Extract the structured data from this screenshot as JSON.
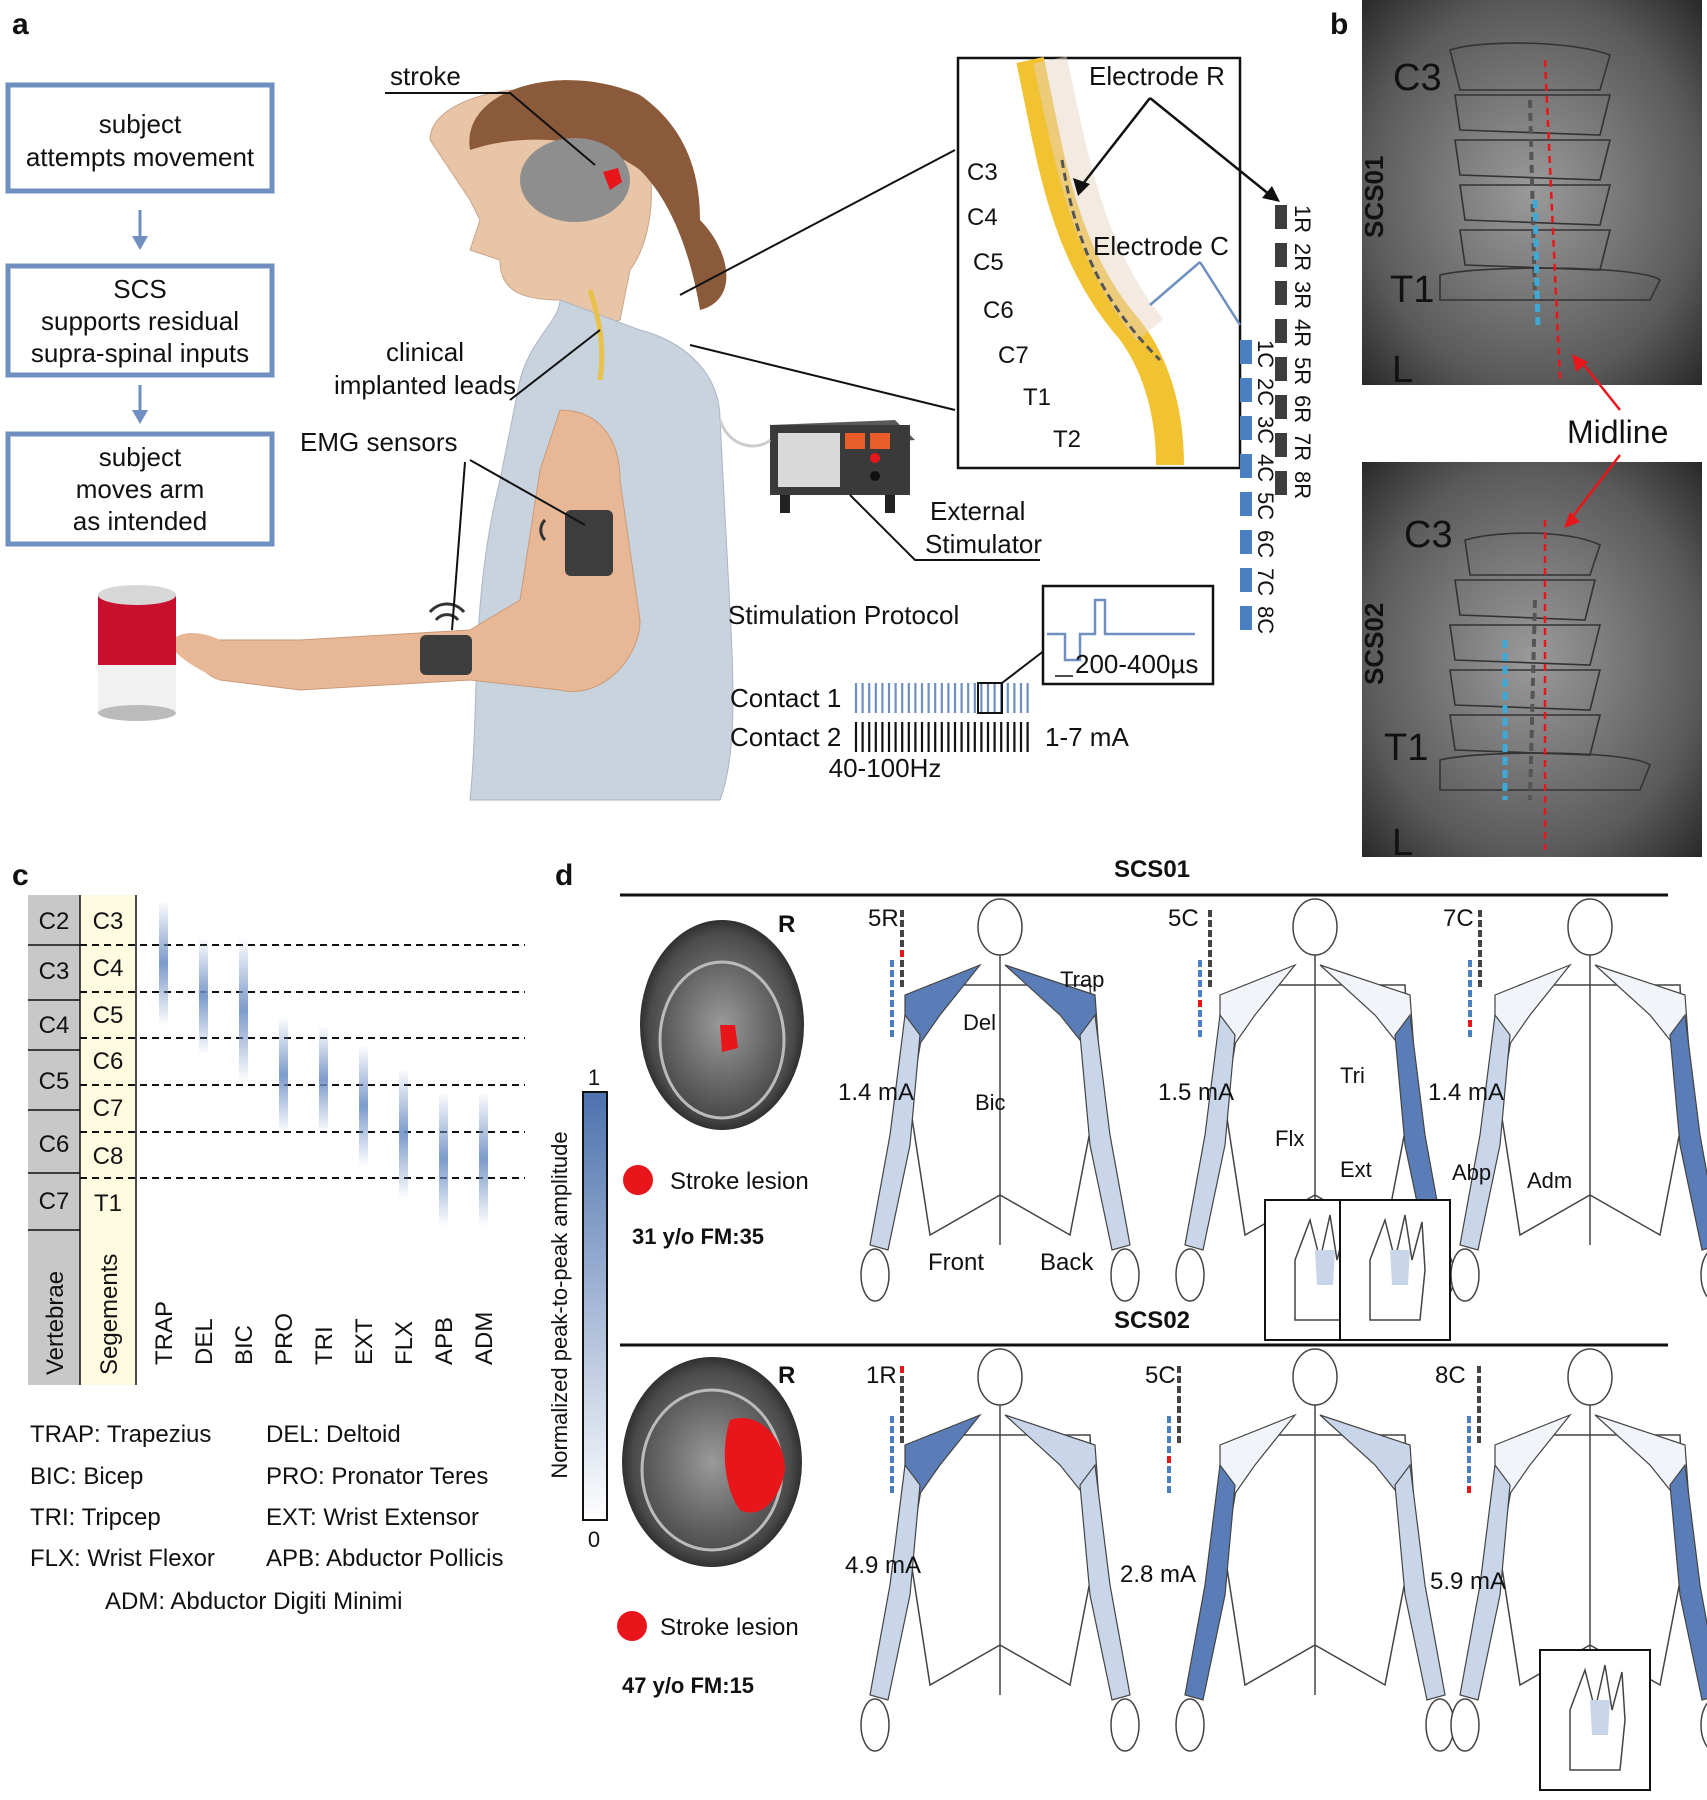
{
  "panels": {
    "a": "a",
    "b": "b",
    "c": "c",
    "d": "d"
  },
  "panel_a": {
    "flow": [
      "subject\nattempts movement",
      "SCS\nsupports residual\nsupra-spinal inputs",
      "subject\nmoves arm\nas intended"
    ],
    "stroke_label": "stroke",
    "leads_label": "clinical\nimplanted leads",
    "emg_label": "EMG sensors",
    "stimulator_label": "External\nStimulator",
    "electrode_r": "Electrode R",
    "electrode_c": "Electrode C",
    "spine_levels": [
      "C3",
      "C4",
      "C5",
      "C6",
      "C7",
      "T1",
      "T2"
    ],
    "contacts_r": [
      "1R",
      "2R",
      "3R",
      "4R",
      "5R",
      "6R",
      "7R",
      "8R"
    ],
    "contacts_c": [
      "1C",
      "2C",
      "3C",
      "4C",
      "5C",
      "6C",
      "7C",
      "8C"
    ],
    "protocol_title": "Stimulation Protocol",
    "contact1": "Contact 1",
    "contact2": "Contact 2",
    "pulse_width": "200-400µs",
    "current": "1-7 mA",
    "frequency": "40-100Hz"
  },
  "panel_b": {
    "subjects": [
      "SCS01",
      "SCS02"
    ],
    "c3": "C3",
    "t1": "T1",
    "l": "L",
    "midline": "Midline"
  },
  "panel_c": {
    "vertebrae": [
      "C2",
      "C3",
      "C4",
      "C5",
      "C6",
      "C7"
    ],
    "segments": [
      "C3",
      "C4",
      "C5",
      "C6",
      "C7",
      "C8",
      "T1"
    ],
    "vert_label": "Vertebrae",
    "seg_label": "Segements",
    "muscles": [
      "TRAP",
      "DEL",
      "BIC",
      "PRO",
      "TRI",
      "EXT",
      "FLX",
      "APB",
      "ADM"
    ],
    "legend": [
      "TRAP: Trapezius",
      "DEL: Deltoid",
      "BIC: Bicep",
      "PRO: Pronator Teres",
      "TRI: Tripcep",
      "EXT: Wrist Extensor",
      "FLX: Wrist Flexor",
      "APB: Abductor Pollicis",
      "ADM: Abductor Digiti Minimi"
    ]
  },
  "panel_d": {
    "colorbar_label": "Normalized peak-to-peak amplitude",
    "colorbar_max": "1",
    "colorbar_min": "0",
    "scs01": {
      "title": "SCS01",
      "r": "R",
      "lesion": "Stroke lesion",
      "info": "31 y/o FM:35",
      "conditions": [
        {
          "contact": "5R",
          "current": "1.4 mA"
        },
        {
          "contact": "5C",
          "current": "1.5 mA"
        },
        {
          "contact": "7C",
          "current": "1.4 mA"
        }
      ],
      "muscle_labels": [
        "Trap",
        "Del",
        "Bic",
        "Tri",
        "Flx",
        "Ext",
        "Abp",
        "Adm"
      ],
      "front": "Front",
      "back": "Back"
    },
    "scs02": {
      "title": "SCS02",
      "r": "R",
      "lesion": "Stroke lesion",
      "info": "47 y/o FM:15",
      "conditions": [
        {
          "contact": "1R",
          "current": "4.9 mA"
        },
        {
          "contact": "5C",
          "current": "2.8 mA"
        },
        {
          "contact": "8C",
          "current": "5.9 mA"
        }
      ]
    }
  },
  "colors": {
    "box_blue": "#6e8fbf",
    "muscle_dark": "#5a7db8",
    "muscle_light": "#c9d6ea",
    "red": "#e8161b",
    "contact_blue": "#4a7fc1"
  }
}
